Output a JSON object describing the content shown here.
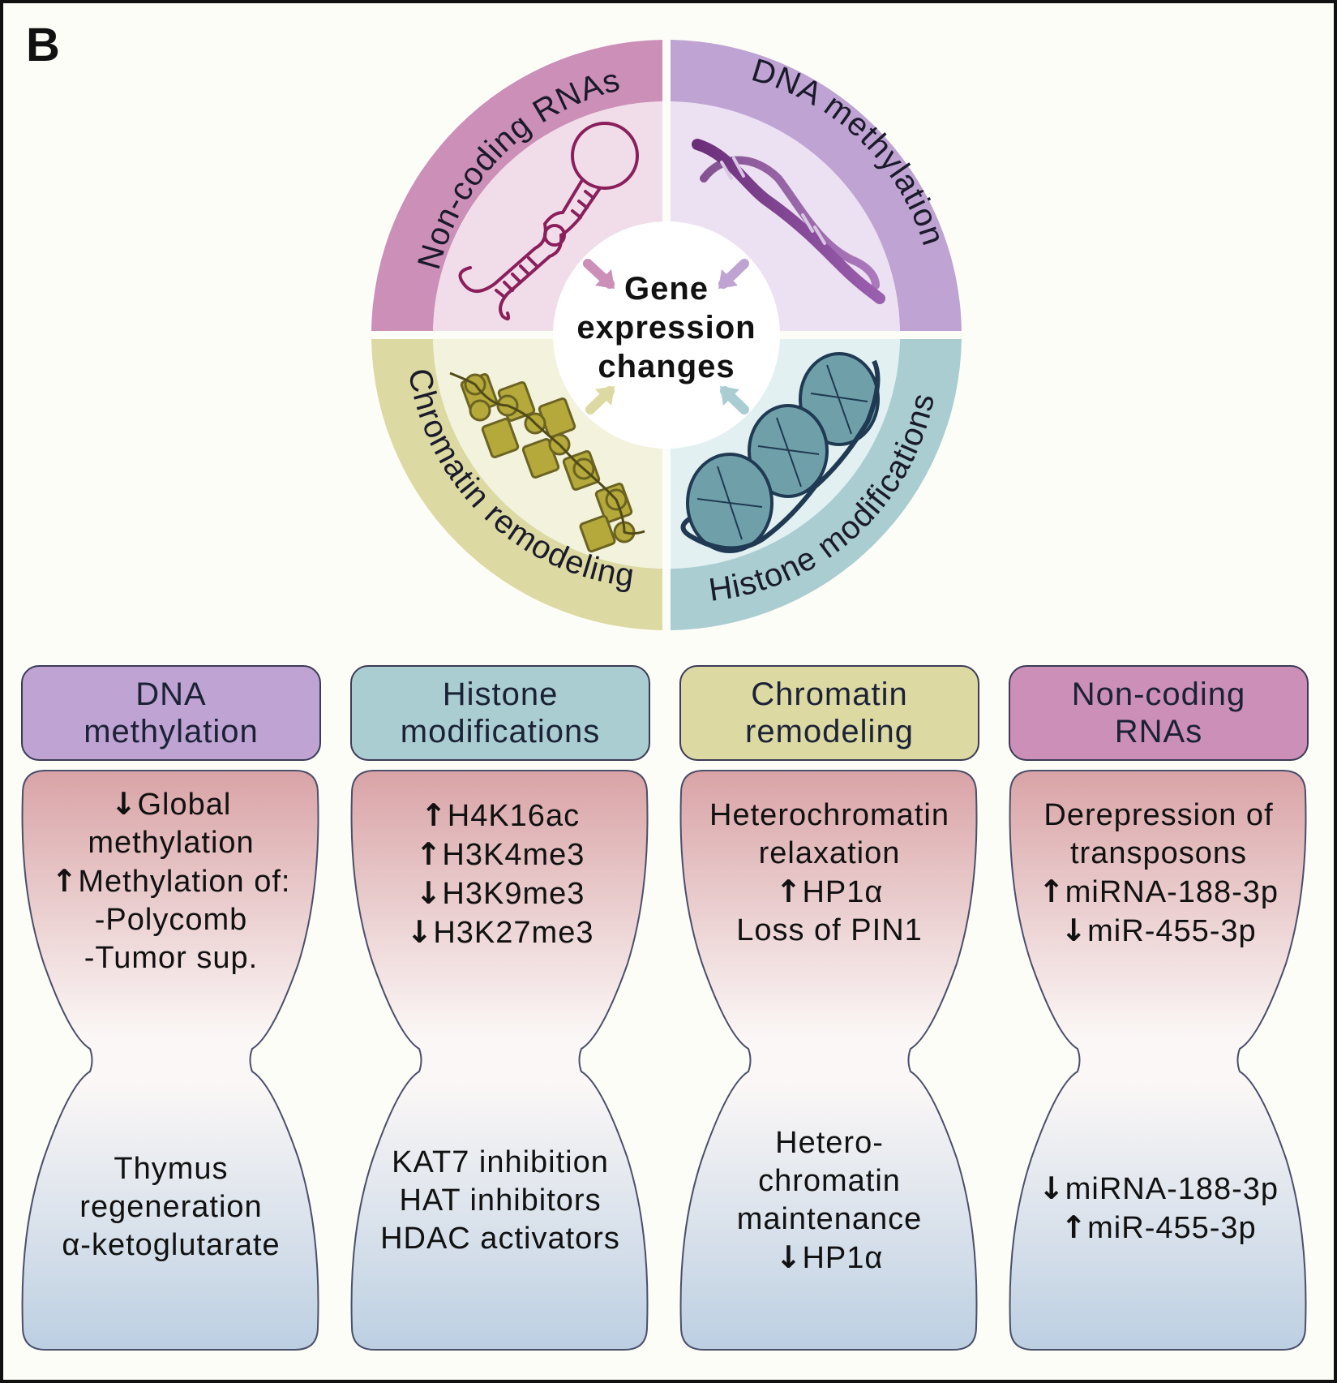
{
  "panel_label": "B",
  "wheel": {
    "center_lines": [
      "Gene",
      "expression",
      "changes"
    ],
    "segments": [
      {
        "id": "noncoding",
        "label": "Non-coding RNAs",
        "ring_color": "#cc8fb8",
        "inner_color": "#f0dde9",
        "icon": "rna-hairpin-icon"
      },
      {
        "id": "dnameth",
        "label": "DNA methylation",
        "ring_color": "#bfa3d3",
        "inner_color": "#ece1f2",
        "icon": "dna-helix-icon"
      },
      {
        "id": "chromatin",
        "label": "Chromatin remodeling",
        "ring_color": "#dcd9a3",
        "inner_color": "#f3f2dc",
        "icon": "chromatin-icon"
      },
      {
        "id": "histone",
        "label": "Histone modifications",
        "ring_color": "#a9cdd1",
        "inner_color": "#e2f0f2",
        "icon": "nucleosome-icon"
      }
    ]
  },
  "columns": [
    {
      "title_lines": [
        "DNA",
        "methylation"
      ],
      "head_color": "#bfa3d3",
      "top": [
        {
          "arrow": "down",
          "text": "Global"
        },
        {
          "arrow": "",
          "text": "methylation"
        },
        {
          "arrow": "up",
          "text": "Methylation of:"
        },
        {
          "arrow": "",
          "text": "-Polycomb"
        },
        {
          "arrow": "",
          "text": "-Tumor sup."
        }
      ],
      "bottom": [
        {
          "arrow": "",
          "text": "Thymus"
        },
        {
          "arrow": "",
          "text": "regeneration"
        },
        {
          "arrow": "",
          "text": "α-ketoglutarate"
        }
      ]
    },
    {
      "title_lines": [
        "Histone",
        "modifications"
      ],
      "head_color": "#a9cdd1",
      "top": [
        {
          "arrow": "up",
          "text": "H4K16ac"
        },
        {
          "arrow": "up",
          "text": "H3K4me3"
        },
        {
          "arrow": "down",
          "text": "H3K9me3"
        },
        {
          "arrow": "down",
          "text": "H3K27me3"
        }
      ],
      "bottom": [
        {
          "arrow": "",
          "text": "KAT7 inhibition"
        },
        {
          "arrow": "",
          "text": "HAT inhibitors"
        },
        {
          "arrow": "",
          "text": "HDAC activators"
        }
      ]
    },
    {
      "title_lines": [
        "Chromatin",
        "remodeling"
      ],
      "head_color": "#dcd9a3",
      "top": [
        {
          "arrow": "",
          "text": "Heterochromatin"
        },
        {
          "arrow": "",
          "text": "relaxation"
        },
        {
          "arrow": "up",
          "text": "HP1α"
        },
        {
          "arrow": "",
          "text": "Loss of PIN1"
        }
      ],
      "bottom": [
        {
          "arrow": "",
          "text": "Hetero-"
        },
        {
          "arrow": "",
          "text": "chromatin"
        },
        {
          "arrow": "",
          "text": "maintenance"
        },
        {
          "arrow": "down",
          "text": "HP1α"
        }
      ]
    },
    {
      "title_lines": [
        "Non-coding",
        "RNAs"
      ],
      "head_color": "#cc8fb8",
      "top": [
        {
          "arrow": "",
          "text": "Derepression of"
        },
        {
          "arrow": "",
          "text": "transposons"
        },
        {
          "arrow": "up",
          "text": "miRNA-188-3p"
        },
        {
          "arrow": "down",
          "text": "miR-455-3p"
        }
      ],
      "bottom": [
        {
          "arrow": "down",
          "text": "miRNA-188-3p"
        },
        {
          "arrow": "up",
          "text": "miR-455-3p"
        }
      ]
    }
  ],
  "colors": {
    "glass_top": "#d9a3a6",
    "glass_mid": "#fbf7f6",
    "glass_bottom": "#bccfe2",
    "glass_border": "#4a4f6a"
  }
}
